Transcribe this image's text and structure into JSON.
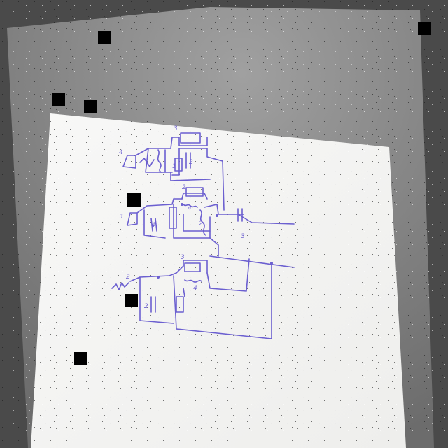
{
  "photo": {
    "background_color": "#4c4c4c",
    "board_color": "#8c8c8c",
    "paper_color": "#f6f6f4",
    "ink_color": "#6b5fd0",
    "marker_color": "#000000"
  },
  "diagram": {
    "description_type": "hand-drawn-circuit-schematic",
    "handwritten_labels": [
      "3",
      "4",
      "1",
      "2",
      "3",
      "2",
      "4",
      "4",
      "3",
      "2",
      "3",
      "2",
      "4",
      "2"
    ]
  }
}
